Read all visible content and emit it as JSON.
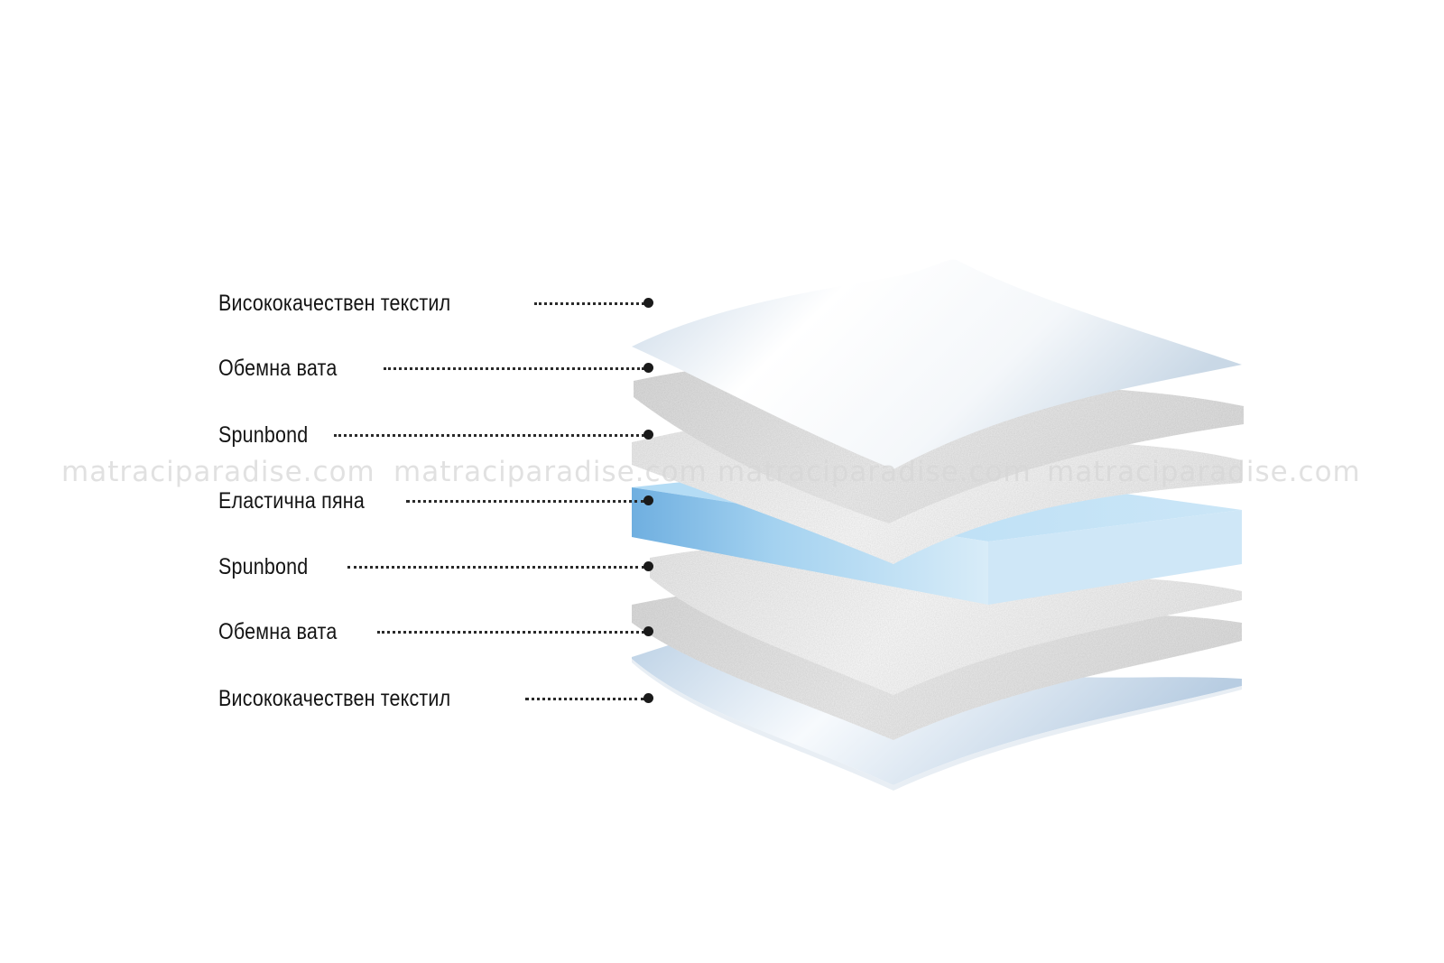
{
  "layers": [
    {
      "label": "Висококачествен текстил"
    },
    {
      "label": "Обемна вата"
    },
    {
      "label": "Spunbond"
    },
    {
      "label": "Еластична пяна"
    },
    {
      "label": "Spunbond"
    },
    {
      "label": "Обемна вата"
    },
    {
      "label": "Висококачествен текстил"
    }
  ],
  "watermark": {
    "text": [
      "matraciparadise.com",
      "matraciparadise.com",
      "matraciparadise.com",
      "matraciparadise.com"
    ]
  },
  "colors": {
    "foam": "#a9d6f0",
    "textile": "#e4eef6",
    "wadding": "#e6e6e6",
    "spunbond": "#f4f4f4",
    "label_text": "#141414",
    "watermark": "#d7d7d7"
  }
}
